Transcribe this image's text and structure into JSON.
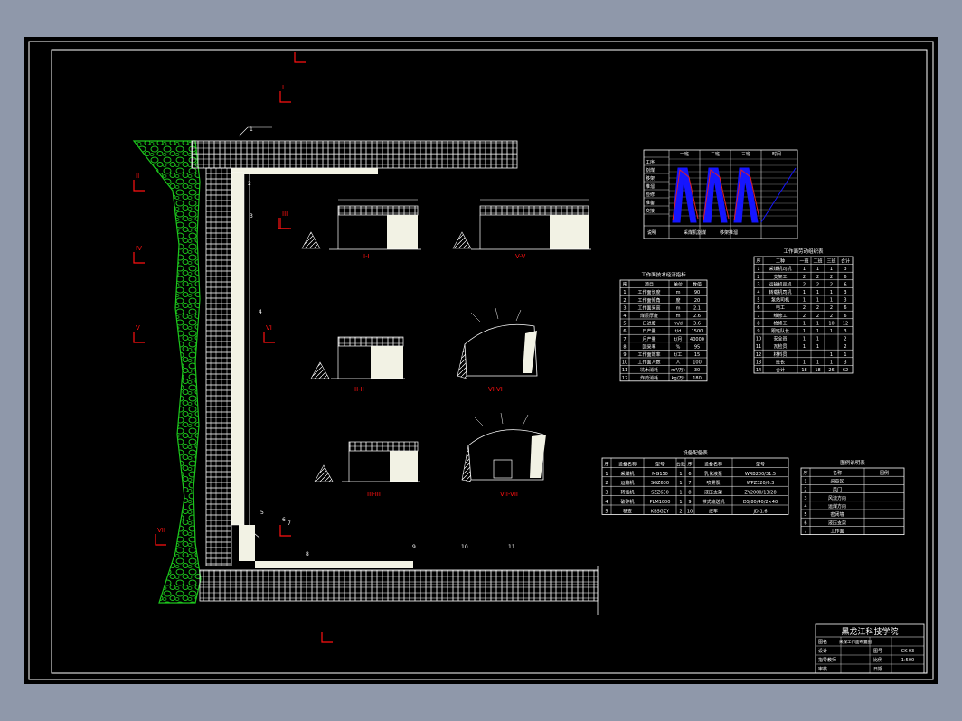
{
  "drawing": {
    "section_marks": [
      "I",
      "II",
      "III",
      "IV",
      "V",
      "VI",
      "VII"
    ],
    "callout_numbers": [
      "1",
      "2",
      "3",
      "4",
      "5",
      "6",
      "7",
      "8",
      "9",
      "10",
      "11"
    ],
    "section_view_labels": [
      "I-I",
      "V-V",
      "II-II",
      "VI-VI",
      "III-III",
      "VII-VII"
    ]
  },
  "table_tech": {
    "title": "工作面技术经济指标",
    "headers": [
      "序",
      "项目",
      "单位",
      "数值"
    ],
    "rows": [
      [
        "1",
        "工作面长度",
        "m",
        "90"
      ],
      [
        "2",
        "工作面倾角",
        "度",
        "20"
      ],
      [
        "3",
        "工作面采高",
        "m",
        "2.1"
      ],
      [
        "4",
        "煤层厚度",
        "m",
        "2.6"
      ],
      [
        "5",
        "日进度",
        "m/d",
        "3.6"
      ],
      [
        "6",
        "日产量",
        "t/d",
        "1500"
      ],
      [
        "7",
        "月产量",
        "t/月",
        "40000"
      ],
      [
        "8",
        "回采率",
        "%",
        "95"
      ],
      [
        "9",
        "工作面效率",
        "t/工",
        "15"
      ],
      [
        "10",
        "工作面人数",
        "人",
        "100"
      ],
      [
        "11",
        "坑木消耗",
        "m³/万t",
        "30"
      ],
      [
        "12",
        "炸药消耗",
        "kg/万t",
        "180"
      ]
    ]
  },
  "table_staff": {
    "title": "工作面劳动组织表",
    "headers": [
      "序",
      "工种",
      "一班",
      "二班",
      "三班",
      "合计"
    ],
    "rows": [
      [
        "1",
        "采煤机司机",
        "1",
        "1",
        "1",
        "3"
      ],
      [
        "2",
        "支架工",
        "2",
        "2",
        "2",
        "6"
      ],
      [
        "3",
        "运输机司机",
        "2",
        "2",
        "2",
        "6"
      ],
      [
        "4",
        "转载机司机",
        "1",
        "1",
        "1",
        "3"
      ],
      [
        "5",
        "泵站司机",
        "1",
        "1",
        "1",
        "3"
      ],
      [
        "6",
        "电工",
        "2",
        "2",
        "2",
        "6"
      ],
      [
        "7",
        "维修工",
        "2",
        "2",
        "2",
        "6"
      ],
      [
        "8",
        "检修工",
        "1",
        "1",
        "10",
        "12"
      ],
      [
        "9",
        "跟班队长",
        "1",
        "1",
        "1",
        "3"
      ],
      [
        "10",
        "安全员",
        "1",
        "1",
        "",
        "2"
      ],
      [
        "11",
        "瓦检员",
        "1",
        "1",
        "",
        "2"
      ],
      [
        "12",
        "材料员",
        "",
        "",
        "1",
        "1"
      ],
      [
        "13",
        "班长",
        "1",
        "1",
        "1",
        "3"
      ],
      [
        "14",
        "合计",
        "18",
        "18",
        "26",
        "62"
      ]
    ]
  },
  "table_equip": {
    "title": "设备配备表",
    "headers": [
      "序",
      "设备名称",
      "型号",
      "台数",
      "序",
      "设备名称",
      "型号"
    ],
    "rows": [
      [
        "1",
        "采煤机",
        "MG150",
        "1",
        "6",
        "乳化液泵",
        "WRB200/31.5"
      ],
      [
        "2",
        "运输机",
        "SGZ630",
        "1",
        "7",
        "喷雾泵",
        "WPZ320/6.3"
      ],
      [
        "3",
        "转载机",
        "SZZ630",
        "1",
        "8",
        "液压支架",
        "ZY2000/13/28"
      ],
      [
        "4",
        "破碎机",
        "PLM1000",
        "1",
        "9",
        "带式输送机",
        "DSJ80/40/2×40"
      ],
      [
        "5",
        "移变",
        "KBSGZY",
        "2",
        "10",
        "绞车",
        "JD-1.6"
      ]
    ]
  },
  "table_legend": {
    "title": "图例说明表",
    "headers": [
      "序",
      "名称",
      "图例"
    ],
    "rows": [
      [
        "1",
        "采空区",
        ""
      ],
      [
        "2",
        "风门",
        ""
      ],
      [
        "3",
        "风流方向",
        ""
      ],
      [
        "4",
        "运煤方向",
        ""
      ],
      [
        "5",
        "密闭墙",
        ""
      ],
      [
        "6",
        "液压支架",
        ""
      ],
      [
        "7",
        "工作面",
        ""
      ]
    ]
  },
  "graph": {
    "col_headers": [
      "一班",
      "二班",
      "三班",
      "时间"
    ],
    "row_headers": [
      "工序",
      "割煤",
      "移架",
      "推溜",
      "检修",
      "准备",
      "交接"
    ],
    "footer": [
      "说明",
      "采煤机割煤",
      "移架推溜"
    ],
    "colors": {
      "fill": "#1515ff",
      "line": "#e02020",
      "grid": "#ffffff"
    }
  },
  "title_block": {
    "school": "黑龙江科技学院",
    "drawing_name": "采煤工作面布置图",
    "row_labels": [
      "图名",
      "设计",
      "指导教师",
      "审核"
    ],
    "row_values": [
      "采煤工作面布置图",
      "",
      "",
      ""
    ],
    "right_labels": [
      "图号",
      "比例",
      "日期"
    ],
    "right_values": [
      "CK-03",
      "1:500",
      ""
    ]
  },
  "colors": {
    "background": "#000000",
    "frame": "#ffffff",
    "coal_green": "#1cc51c",
    "section_red": "#ff1010",
    "fill_cream": "#f2f2e4"
  }
}
